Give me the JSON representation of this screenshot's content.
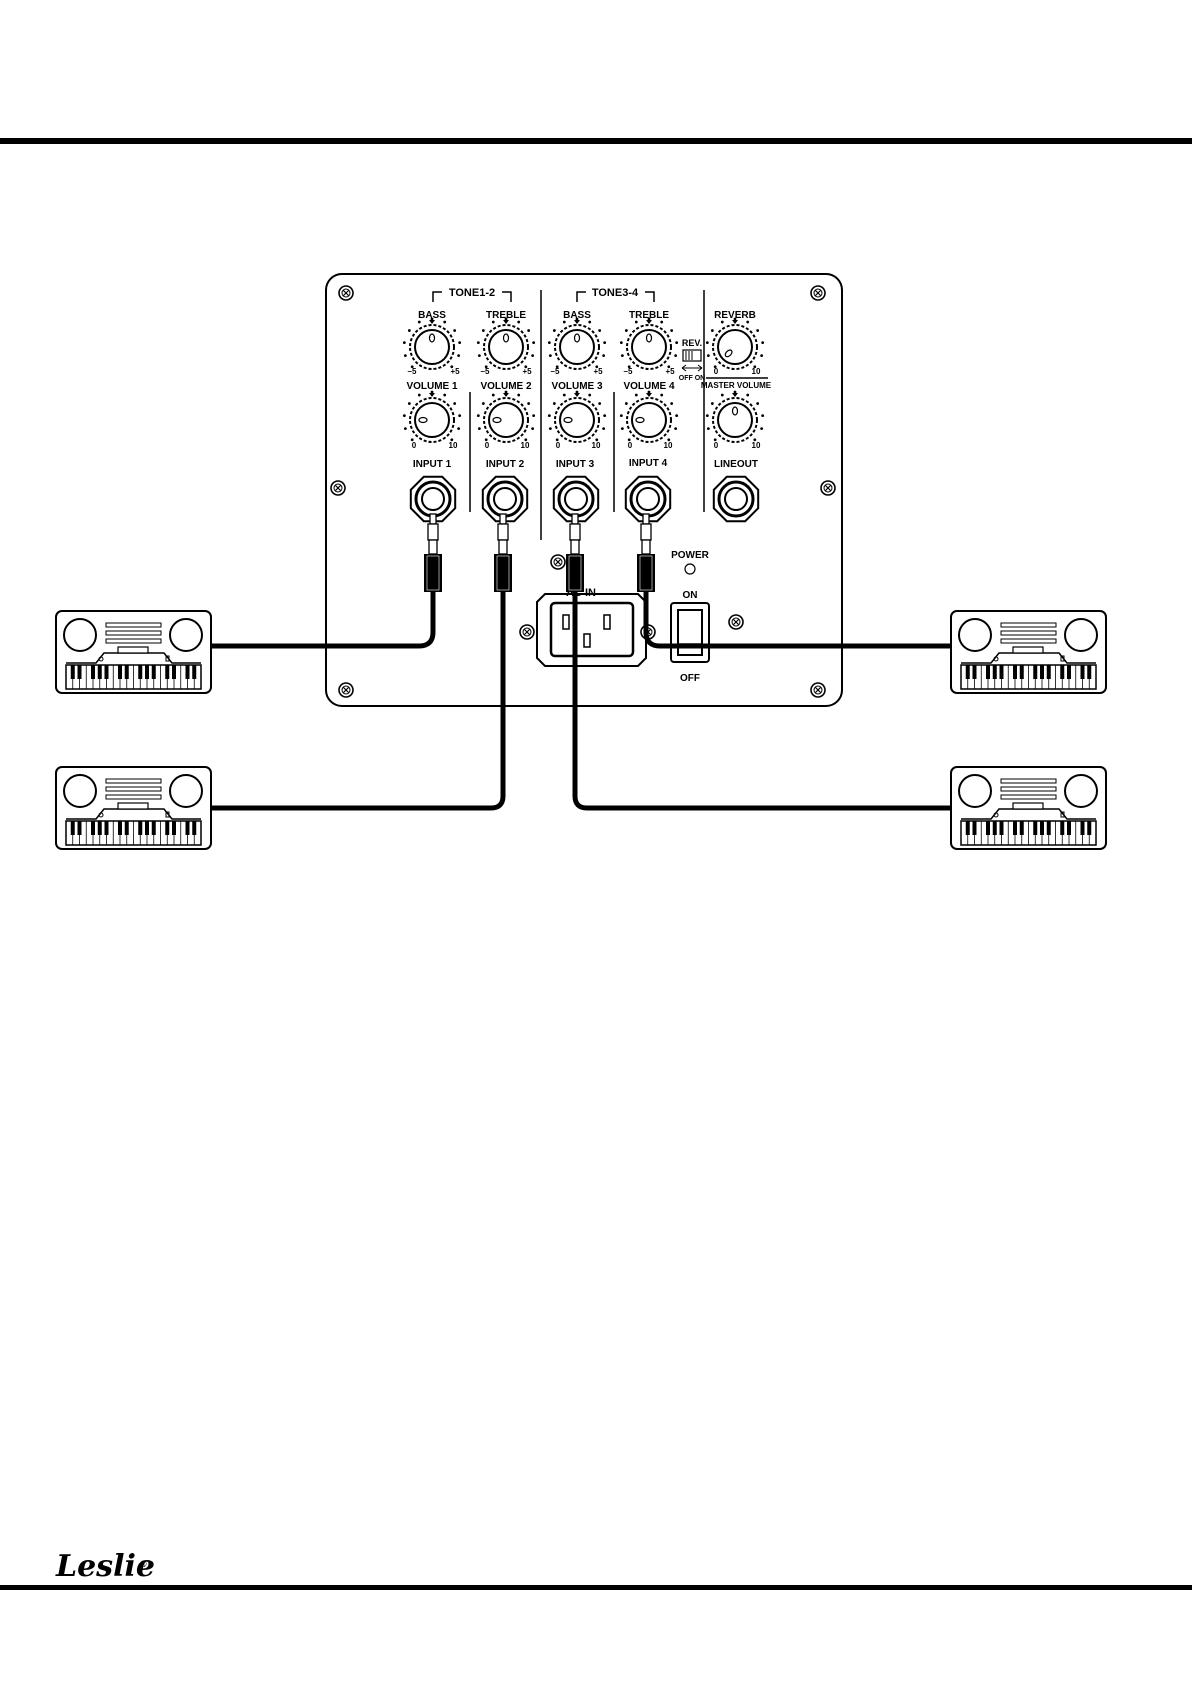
{
  "panel": {
    "group_left": "TONE1-2",
    "group_right": "TONE3-4",
    "tone_knobs": [
      {
        "label": "BASS",
        "min": "–5",
        "max": "+5"
      },
      {
        "label": "TREBLE",
        "min": "–5",
        "max": "+5"
      },
      {
        "label": "BASS",
        "min": "–5",
        "max": "+5"
      },
      {
        "label": "TREBLE",
        "min": "–5",
        "max": "+5"
      }
    ],
    "volume_knobs": [
      {
        "label": "VOLUME 1",
        "min": "0",
        "max": "10"
      },
      {
        "label": "VOLUME 2",
        "min": "0",
        "max": "10"
      },
      {
        "label": "VOLUME 3",
        "min": "0",
        "max": "10"
      },
      {
        "label": "VOLUME 4",
        "min": "0",
        "max": "10"
      }
    ],
    "inputs": [
      "INPUT 1",
      "INPUT 2",
      "INPUT 3",
      "INPUT 4"
    ],
    "reverb": {
      "label": "REVERB",
      "min": "0",
      "max": "10"
    },
    "rev_switch": {
      "label": "REV.",
      "states": "OFF ON"
    },
    "master_volume": {
      "label": "MASTER VOLUME",
      "min": "0",
      "max": "10"
    },
    "lineout": "LINEOUT",
    "power_label": "POWER",
    "ac_in": "AC IN",
    "switch_on": "ON",
    "switch_off": "OFF"
  },
  "footer": {
    "brand": "Leslie",
    "registered": "®"
  }
}
